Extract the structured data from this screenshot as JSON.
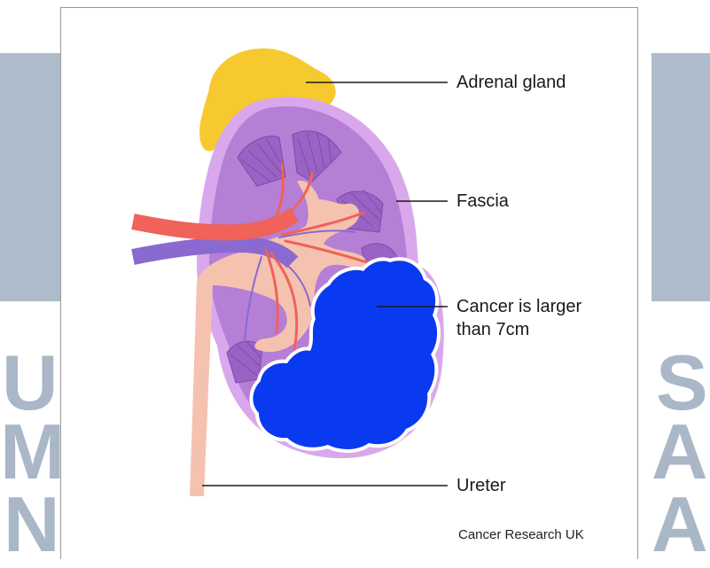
{
  "labels": {
    "adrenal_gland": "Adrenal gland",
    "fascia": "Fascia",
    "cancer_line1": "Cancer is larger",
    "cancer_line2": "than 7cm",
    "ureter": "Ureter"
  },
  "credit": "Cancer Research UK",
  "watermark": {
    "left_letters": [
      "U",
      "M",
      "N"
    ],
    "right_letters": [
      "S",
      "A",
      "A"
    ]
  },
  "colors": {
    "adrenal": "#f6c92e",
    "fascia": "#d9a8ec",
    "kidney": "#b57fd6",
    "kidney_medulla": "#9a62c4",
    "pelvis": "#f5c2b0",
    "artery": "#f0625a",
    "vein": "#8a6ad0",
    "tumor": "#0a3af0",
    "watermark": "#a9b7c7"
  }
}
